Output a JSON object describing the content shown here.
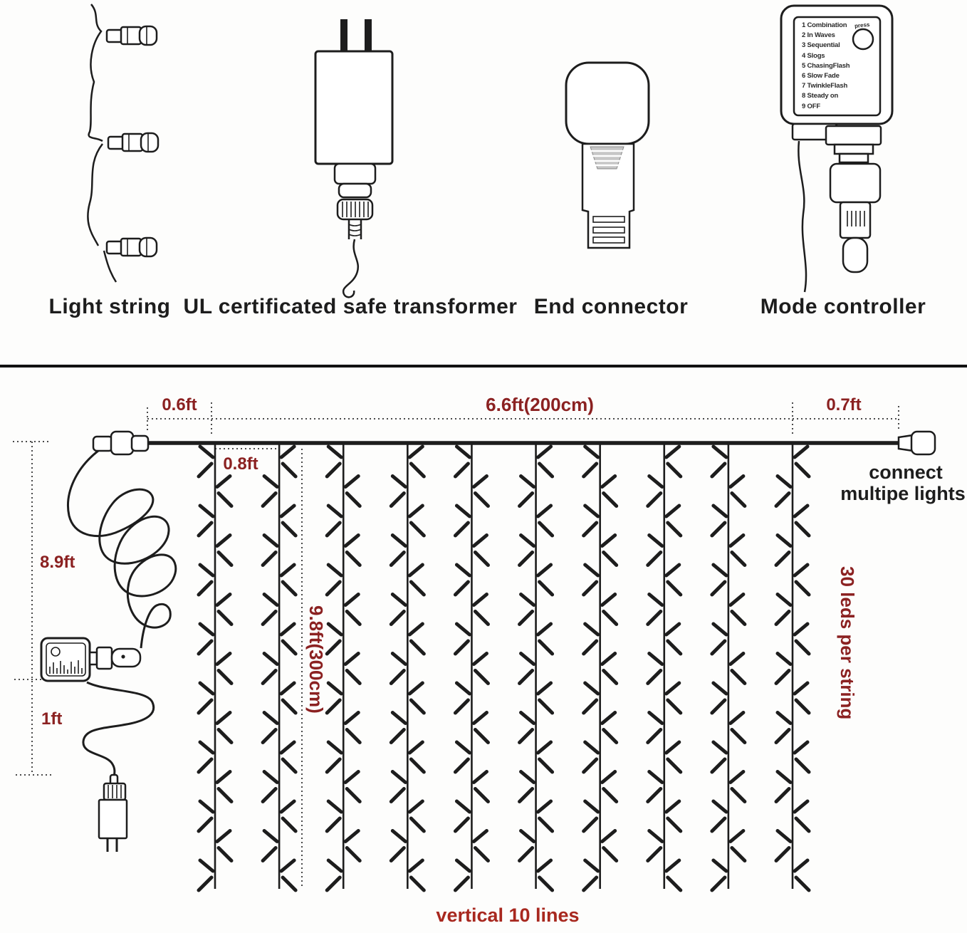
{
  "colors": {
    "line": "#1d1d1d",
    "dimension_red": "#8b2121",
    "bright_red": "#a8281f",
    "hatch_grey": "#c6c6c6"
  },
  "top_section": {
    "components": [
      {
        "label": "Light string"
      },
      {
        "label": "UL certificated safe transformer"
      },
      {
        "label": "End connector"
      },
      {
        "label": "Mode controller"
      }
    ],
    "mode_controller": {
      "button_label": "press",
      "modes": [
        "1 Combination",
        "2 In Waves",
        "3 Sequential",
        "4 Slogs",
        "5 ChasingFlash",
        "6 Slow Fade",
        "7 TwinkleFlash",
        "8 Steady on",
        "9 OFF"
      ]
    }
  },
  "diagram": {
    "dimensions": {
      "lead_left": "0.6ft",
      "total_width": "6.6ft(200cm)",
      "lead_right": "0.7ft",
      "drop_spacing": "0.8ft",
      "cord_length": "8.9ft",
      "plug_lead": "1ft",
      "drop_length": "9.8ft(300cm)"
    },
    "notes": {
      "connect_line1": "connect",
      "connect_line2": "multipe lights",
      "leds_per_string": "30 leds per string",
      "vertical_lines_label": "vertical 10 lines"
    },
    "vertical_lines": 10,
    "chevrons_per_line": 15
  }
}
